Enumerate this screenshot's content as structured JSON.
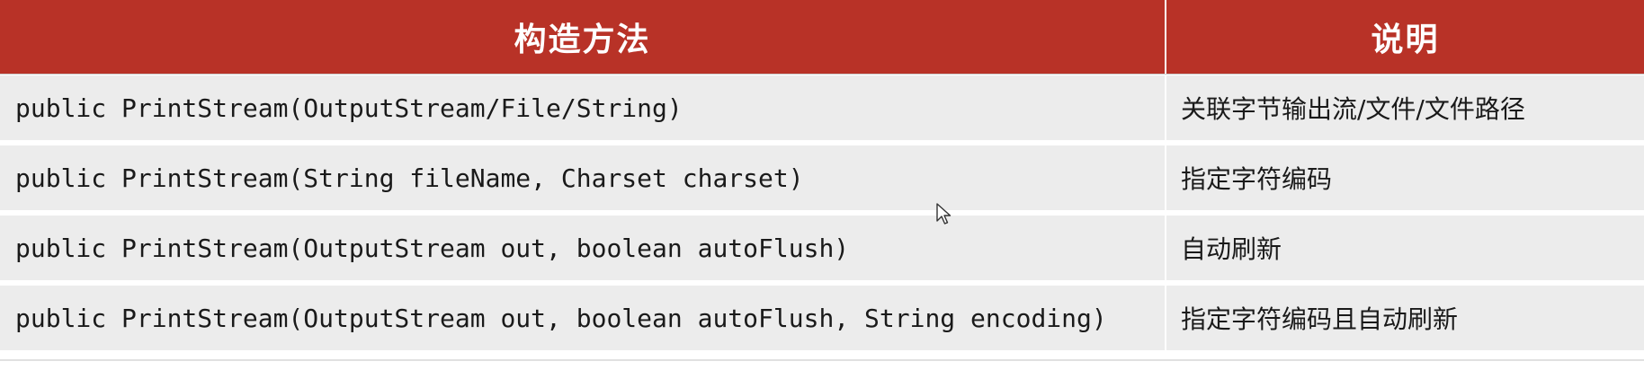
{
  "table": {
    "headers": [
      "构造方法",
      "说明"
    ],
    "rows": [
      {
        "method": "public PrintStream(OutputStream/File/String)",
        "description": "关联字节输出流/文件/文件路径"
      },
      {
        "method": "public PrintStream(String fileName, Charset charset)",
        "description": "指定字符编码"
      },
      {
        "method": "public PrintStream(OutputStream out, boolean autoFlush)",
        "description": "自动刷新"
      },
      {
        "method": "public PrintStream(OutputStream out, boolean autoFlush, String encoding)",
        "description": "指定字符编码且自动刷新"
      }
    ]
  },
  "colors": {
    "header_bg": "#b83227",
    "header_text": "#ffffff",
    "row_bg": "#ececec",
    "cell_text": "#1a1a1a"
  },
  "icons": {
    "cursor": "mouse-pointer-icon"
  }
}
